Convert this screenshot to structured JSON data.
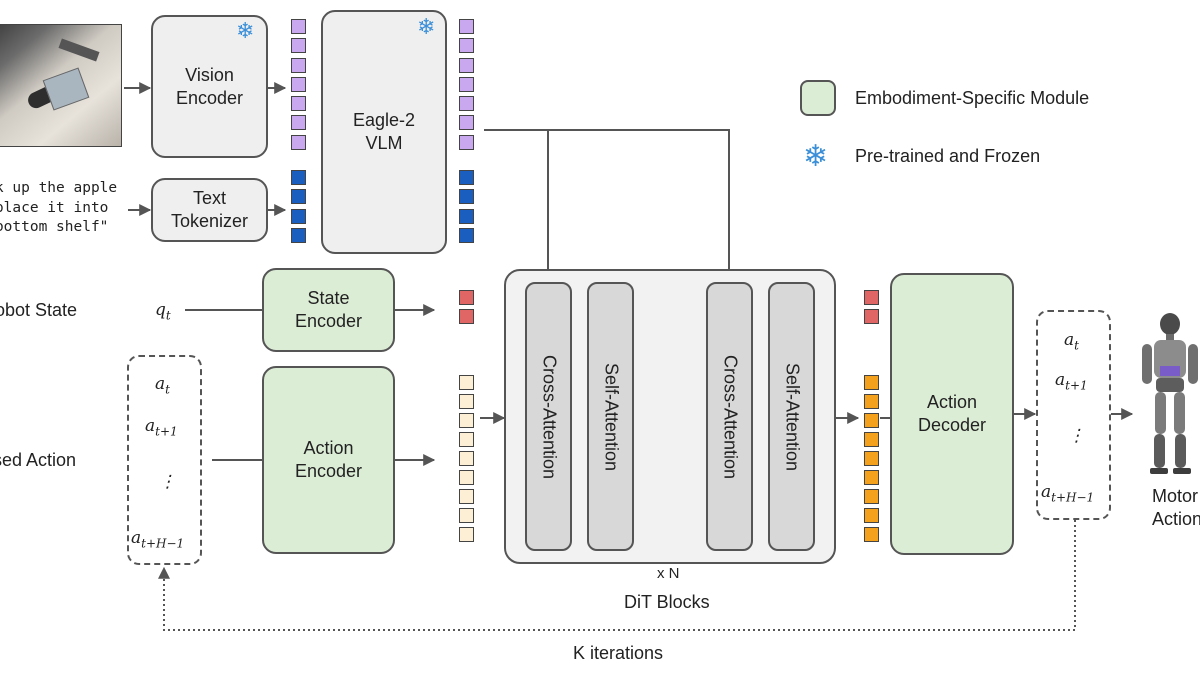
{
  "inputs": {
    "instruction_text": "\"Pick up the apple\nand place it into\nthe bottom shelf\"",
    "robot_state_label": "Robot State",
    "noised_action_label": "Noised Action"
  },
  "modules": {
    "vision_encoder": "Vision\nEncoder",
    "text_tokenizer": "Text\nTokenizer",
    "vlm": "Eagle-2\nVLM",
    "state_encoder": "State\nEncoder",
    "action_encoder": "Action\nEncoder",
    "action_decoder": "Action\nDecoder"
  },
  "dit": {
    "blocks": [
      "Cross-Attention",
      "Self-Attention",
      "Cross-Attention",
      "Self-Attention"
    ],
    "repeat_label": "x N",
    "title": "DiT Blocks"
  },
  "math": {
    "state": {
      "base": "q",
      "sub": "t"
    },
    "action_sequence": [
      {
        "base": "a",
        "sub": "t"
      },
      {
        "base": "a",
        "sub": "t+1"
      },
      {
        "base": "⋮",
        "sub": ""
      },
      {
        "base": "a",
        "sub": "t+H−1"
      }
    ]
  },
  "legend": {
    "embodiment": "Embodiment-Specific Module",
    "frozen": "Pre-trained and Frozen",
    "snowflake": "❄"
  },
  "output_label": "Motor\nAction",
  "loop_label": "K iterations",
  "colors": {
    "vision_token": "#c9a8ef",
    "text_token": "#1a5fbf",
    "state_token": "#e06666",
    "noised_token": "#fdefd6",
    "output_token": "#f4a21e",
    "embodiment_green": "#dcedd6",
    "frozen_blue": "#3b8fd8"
  },
  "icons": {
    "image_input": "robot-camera-photo",
    "output_robot": "humanoid-robot-icon"
  }
}
